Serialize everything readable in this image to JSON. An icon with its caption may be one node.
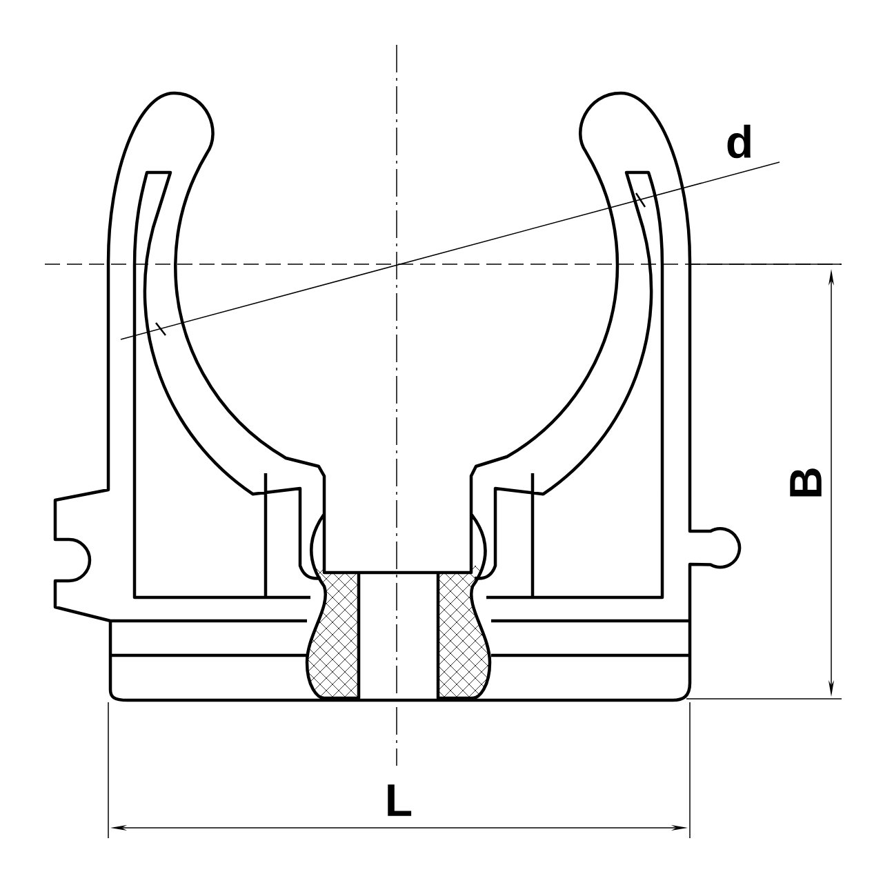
{
  "diagram": {
    "labels": [
      "d",
      "B",
      "L"
    ]
  }
}
